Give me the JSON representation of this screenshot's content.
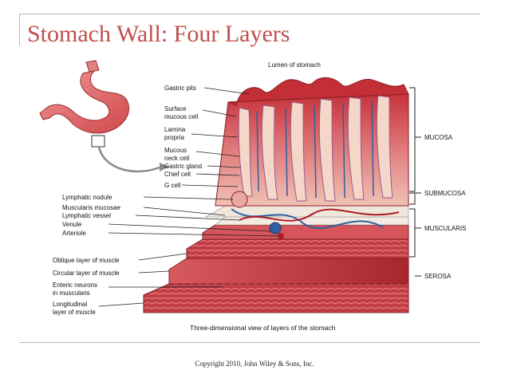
{
  "slide": {
    "title": "Stomach Wall: Four Layers",
    "footer": "Copyright 2010, John Wiley & Sons, Inc."
  },
  "diagram": {
    "top_label": "Lumen of stomach",
    "caption": "Three-dimensional view of layers of the stomach",
    "left_labels": [
      "Gastric pits",
      "Surface",
      "mucous cell",
      "Lamina",
      "propria",
      "Mucous",
      "neck cell",
      "Gastric gland",
      "Chief cell",
      "G cell",
      "Lymphatic nodule",
      "Muscularis mucosae",
      "Lymphatic vessel",
      "Venule",
      "Arteriole",
      "Oblique layer of muscle",
      "Circular layer of muscle",
      "Enteric neurons",
      "in muscularis",
      "Longitudinal",
      "layer of muscle"
    ],
    "layer_labels": [
      "MUCOSA",
      "SUBMUCOSA",
      "MUSCULARIS",
      "SEROSA"
    ]
  },
  "colors": {
    "title": "#c0504d",
    "tissue_red": "#c9343a",
    "tissue_pink": "#e58a8a",
    "muscle": "#b8323a",
    "submucosa": "#efe6dc"
  }
}
